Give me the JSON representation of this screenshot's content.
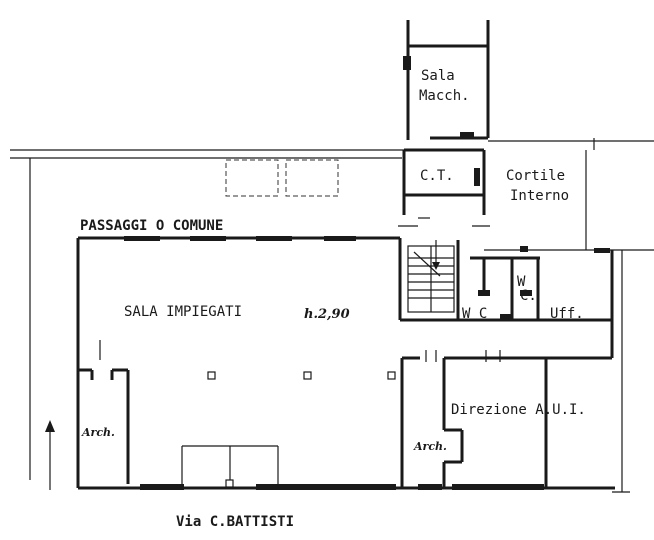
{
  "labels": {
    "sala_macch_1": "Sala",
    "sala_macch_2": "Macch.",
    "ct": "C.T.",
    "cortile_1": "Cortile",
    "cortile_2": "Interno",
    "passaggi": "PASSAGGI O COMUNE",
    "sala_impiegati": "SALA IMPIEGATI",
    "height": "h.2,90",
    "wc_1": "W",
    "wc_2": "C.",
    "wc_3": "W C",
    "uff": "Uff.",
    "direzione": "Direzione A.U.I.",
    "arch_left": "Arch.",
    "arch_right": "Arch.",
    "street": "Via C.BATTISTI"
  }
}
